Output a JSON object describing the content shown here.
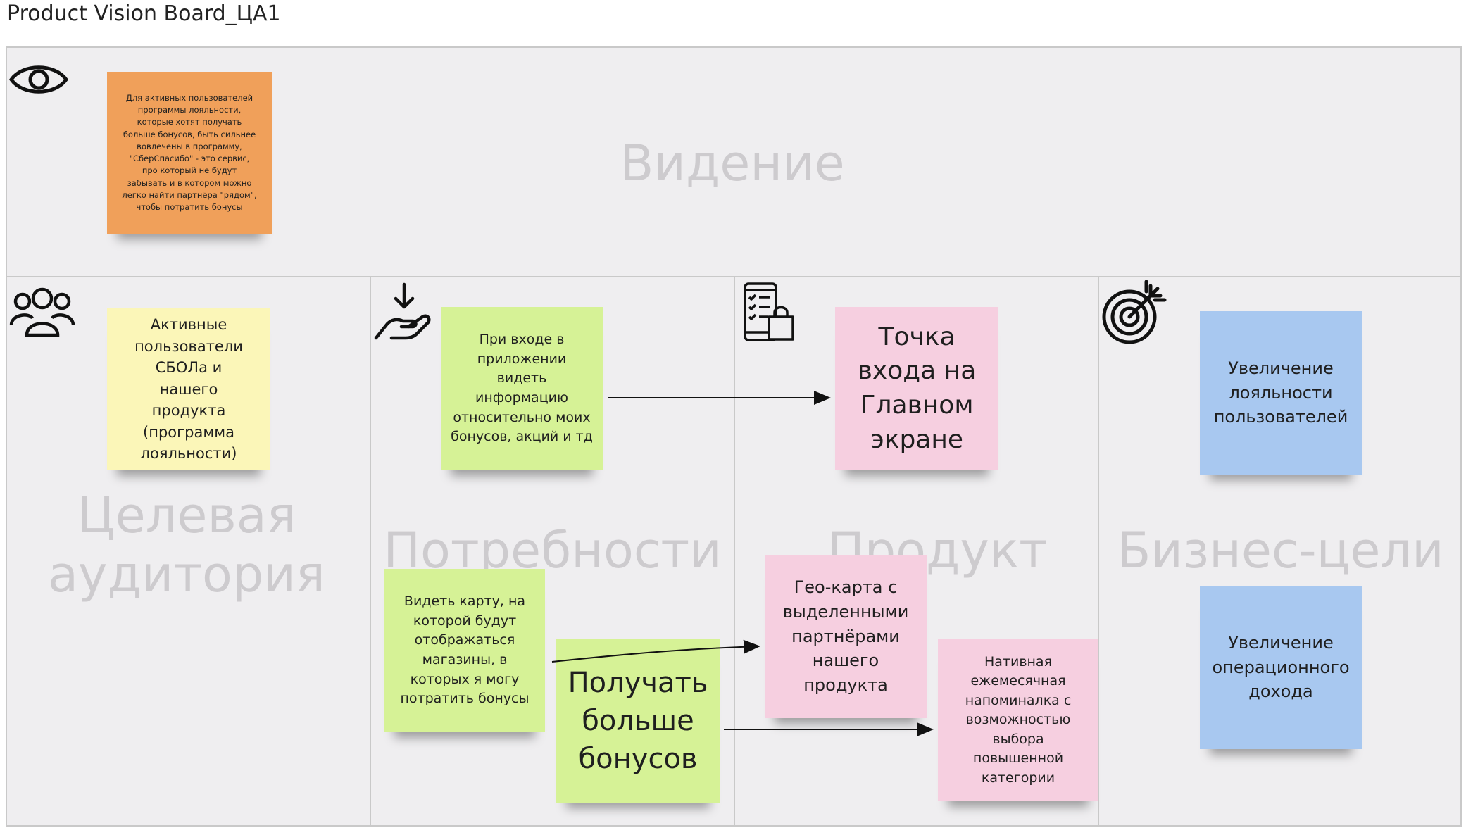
{
  "page": {
    "title": "Product Vision Board_ЦА1"
  },
  "sections": {
    "vision": "Видение",
    "audience": "Целевая аудитория",
    "needs": "Потребности",
    "product": "Продукт",
    "goals": "Бизнес-цели"
  },
  "icons": {
    "vision": "eye-icon",
    "audience": "users-icon",
    "needs": "hand-receive-icon",
    "product": "phone-shopping-icon",
    "goals": "target-icon"
  },
  "notes": {
    "vision": "Для активных пользователей программы лояльности, которые хотят получать больше бонусов, быть сильнее вовлечены в программу, \"СберСпасибо\" - это сервис, про который не будут забывать и в котором можно легко найти партнёра \"рядом\", чтобы потратить бонусы",
    "audience": "Активные пользователи СБОЛа и нашего продукта (программа лояльности)",
    "need_info": "При входе в приложении видеть информацию относительно моих бонусов, акций и тд",
    "need_map": "Видеть карту, на которой будут отображаться магазины, в которых я могу потратить бонусы",
    "need_bonus": "Получать больше бонусов",
    "product_entry": "Точка входа на Главном экране",
    "product_geomap": "Гео-карта с выделенными партнёрами нашего продукта",
    "product_reminder": "Нативная ежемесячная напоминалка с возможностью выбора повышенной категории",
    "goal_loyalty": "Увеличение лояльности пользователей",
    "goal_income": "Увеличение операционного дохода"
  },
  "colors": {
    "orange": "#f0a05a",
    "yellow": "#fbf6b8",
    "green": "#d6f296",
    "pink": "#f6cfe0",
    "blue": "#a8c8f0"
  }
}
